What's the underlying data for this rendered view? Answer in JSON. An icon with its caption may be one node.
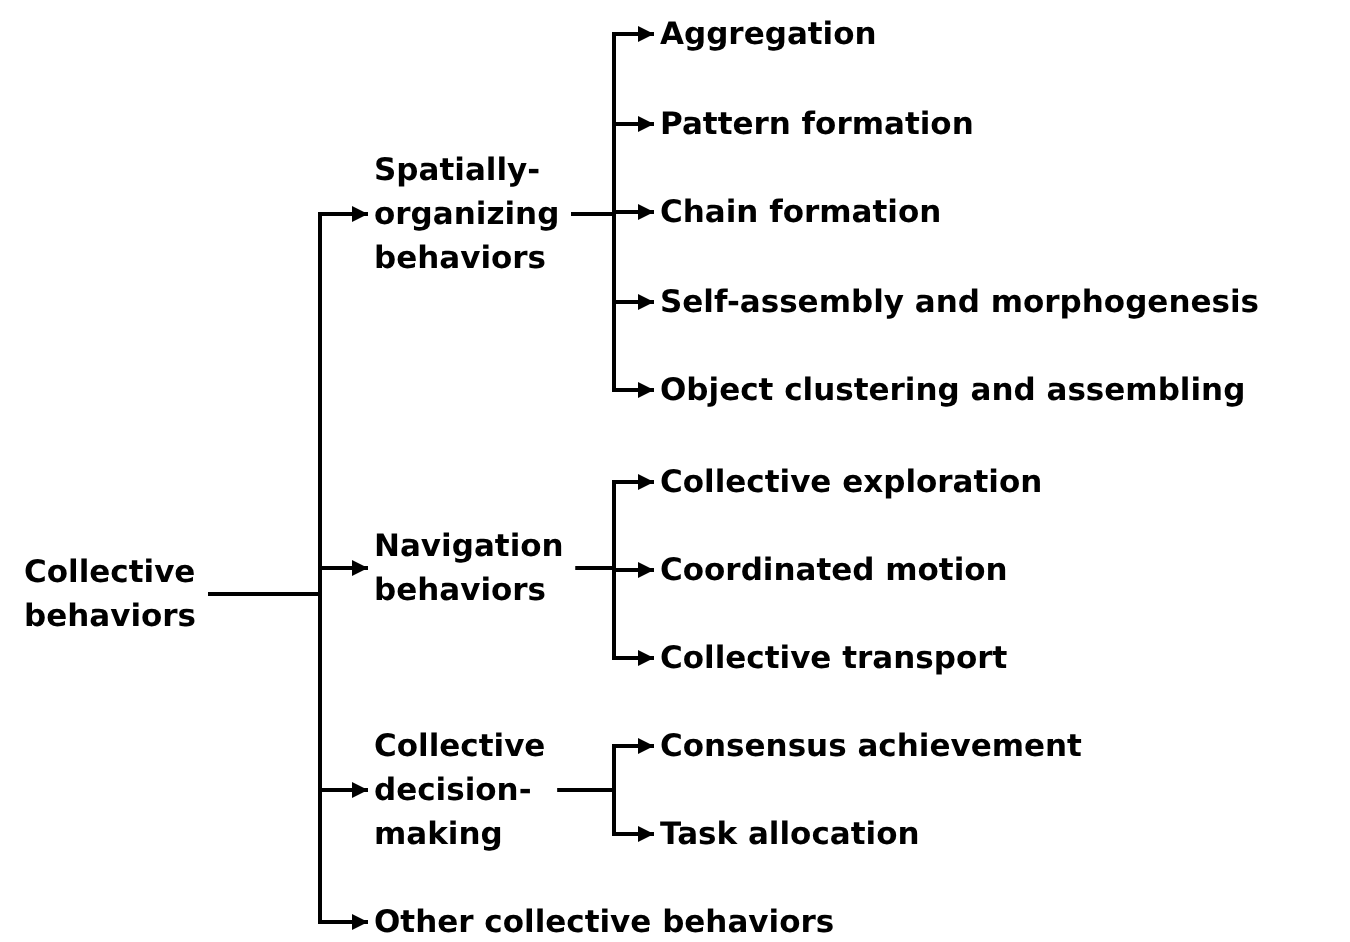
{
  "diagram": {
    "nodes": [
      {
        "text": [
          "Collective behaviors"
        ]
      },
      {
        "text": [
          "Spatially-organizing behaviors"
        ]
      },
      {
        "text": [
          "Aggregation"
        ]
      },
      {
        "text": [
          "Pattern formation"
        ]
      },
      {
        "text": [
          "Chain formation"
        ]
      },
      {
        "text": [
          "Self-assembly and morphogenesis"
        ]
      },
      {
        "text": [
          "Object clustering and assembling"
        ]
      },
      {
        "text": [
          "Navigation behaviors"
        ]
      },
      {
        "text": [
          "Collective exploration"
        ]
      },
      {
        "text": [
          "Coordinated motion"
        ]
      },
      {
        "text": [
          "Collective transport"
        ]
      },
      {
        "text": [
          "Collective decision-making"
        ]
      },
      {
        "text": [
          "Consensus achievement"
        ]
      },
      {
        "text": [
          "Task allocation"
        ]
      },
      {
        "text": [
          "Other collective behaviors"
        ]
      }
    ],
    "edges": [
      {
        "from": 0,
        "to": 1,
        "arrow": "to"
      },
      {
        "from": 0,
        "to": 7,
        "arrow": "to"
      },
      {
        "from": 0,
        "to": 11,
        "arrow": "to"
      },
      {
        "from": 0,
        "to": 14,
        "arrow": "to"
      },
      {
        "from": 1,
        "to": 2,
        "arrow": "to"
      },
      {
        "from": 1,
        "to": 3,
        "arrow": "to"
      },
      {
        "from": 1,
        "to": 4,
        "arrow": "to"
      },
      {
        "from": 1,
        "to": 5,
        "arrow": "to"
      },
      {
        "from": 1,
        "to": 6,
        "arrow": "to"
      },
      {
        "from": 7,
        "to": 8,
        "arrow": "to"
      },
      {
        "from": 7,
        "to": 9,
        "arrow": "to"
      },
      {
        "from": 7,
        "to": 10,
        "arrow": "to"
      },
      {
        "from": 11,
        "to": 12,
        "arrow": "to"
      },
      {
        "from": 11,
        "to": 13,
        "arrow": "to"
      }
    ]
  }
}
